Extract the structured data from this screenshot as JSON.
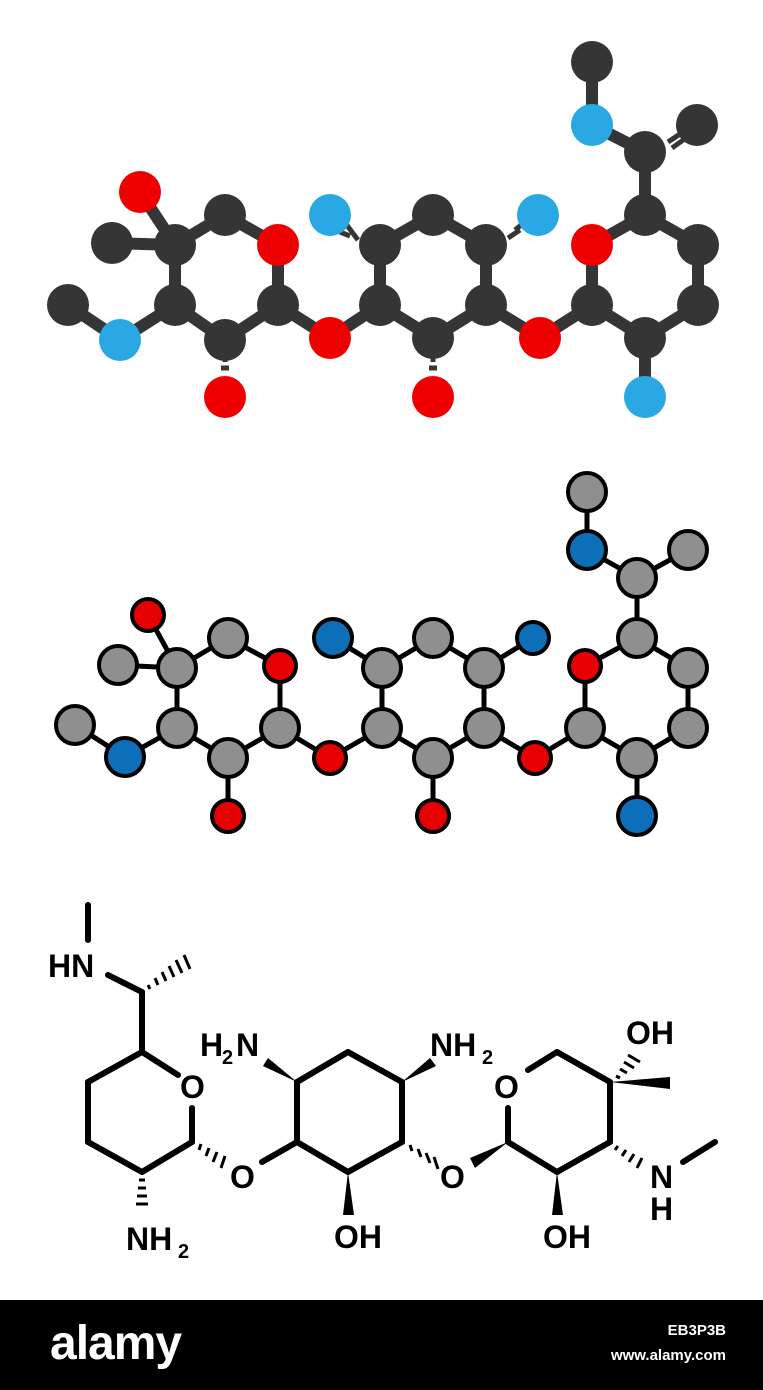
{
  "colors": {
    "carbon_dark": "#353535",
    "oxygen_bright": "#ef0000",
    "nitrogen_light": "#2aa8e4",
    "carbon_light": "#8f8f8f",
    "oxygen_red": "#e60000",
    "nitrogen_blue": "#0d6fb8",
    "bond": "#000000",
    "footer_bg": "#000000",
    "footer_text": "#ffffff"
  },
  "structure_labels": {
    "nh_left": "HN",
    "nh2_a": "H",
    "nh2_a_sub": "2",
    "nh2_a_n": "N",
    "nh2_b": "NH",
    "nh2_b_sub": "2",
    "oh_top": "OH",
    "o_ring1": "O",
    "o_ring2": "O",
    "o_link1": "O",
    "o_link2": "O",
    "nh2_c": "NH",
    "nh2_c_sub": "2",
    "oh_mid": "OH",
    "oh_right": "OH",
    "n_right": "N",
    "h_right": "H"
  },
  "footer": {
    "brand": "alamy",
    "image_id": "EB3P3B",
    "url": "www.alamy.com"
  }
}
